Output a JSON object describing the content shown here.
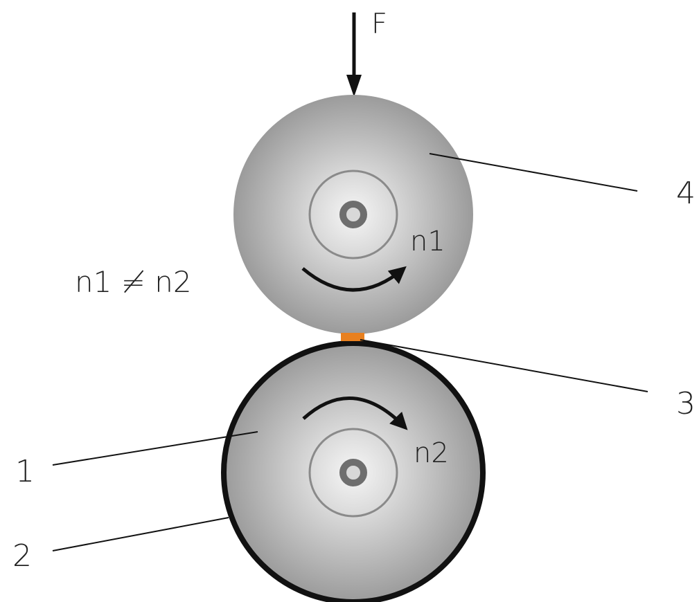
{
  "diagram": {
    "force_label": "F",
    "speed_upper": "n1",
    "speed_lower": "n2",
    "speed_relation": "n1 ≠ n2",
    "callouts": {
      "c1": "1",
      "c2": "2",
      "c3": "3",
      "c4": "4"
    }
  },
  "colors": {
    "roller_edge": "#9a9a9a",
    "roller_center": "#f4f4f4",
    "hub": "#6e6e6e",
    "coating": "#111111",
    "contact_patch": "#e8801f",
    "arrow": "#111111"
  }
}
